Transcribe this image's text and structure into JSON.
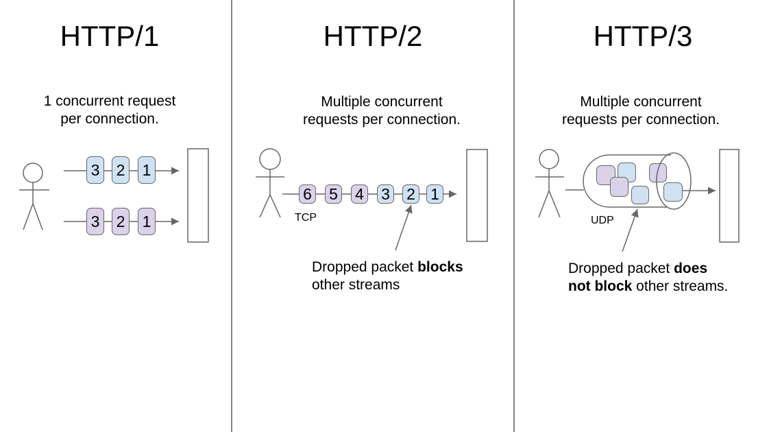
{
  "colors": {
    "packet_blue": "#cfe2f3",
    "packet_purple": "#d9d2e9",
    "stroke": "#666666",
    "divider": "#828282",
    "text": "#000000"
  },
  "panels": [
    {
      "title": "HTTP/1",
      "subtitle": "1 concurrent request\nper connection.",
      "rows": [
        {
          "color": "blue",
          "boxes": [
            "3",
            "2",
            "1"
          ]
        },
        {
          "color": "purple",
          "boxes": [
            "3",
            "2",
            "1"
          ]
        }
      ]
    },
    {
      "title": "HTTP/2",
      "subtitle": "Multiple concurrent\nrequests per connection.",
      "protocol_label": "TCP",
      "boxes": [
        {
          "label": "6",
          "color": "purple"
        },
        {
          "label": "5",
          "color": "purple"
        },
        {
          "label": "4",
          "color": "purple"
        },
        {
          "label": "3",
          "color": "blue"
        },
        {
          "label": "2",
          "color": "blue"
        },
        {
          "label": "1",
          "color": "blue"
        }
      ],
      "annotation": {
        "lines": [
          [
            {
              "text": "Dropped packet ",
              "bold": false
            },
            {
              "text": "blocks",
              "bold": true
            }
          ],
          [
            {
              "text": "other streams",
              "bold": false
            }
          ]
        ]
      }
    },
    {
      "title": "HTTP/3",
      "subtitle": "Multiple concurrent\nrequests per connection.",
      "protocol_label": "UDP",
      "tube_boxes": [
        {
          "color": "purple",
          "layer": "front"
        },
        {
          "color": "blue",
          "layer": "front"
        },
        {
          "color": "purple",
          "layer": "front"
        },
        {
          "color": "purple",
          "layer": "back"
        },
        {
          "color": "blue",
          "layer": "front"
        },
        {
          "color": "blue",
          "layer": "front"
        }
      ],
      "annotation": {
        "lines": [
          [
            {
              "text": "Dropped packet ",
              "bold": false
            },
            {
              "text": "does",
              "bold": true
            }
          ],
          [
            {
              "text": "not block",
              "bold": true
            },
            {
              "text": " other streams.",
              "bold": false
            }
          ]
        ]
      }
    }
  ]
}
